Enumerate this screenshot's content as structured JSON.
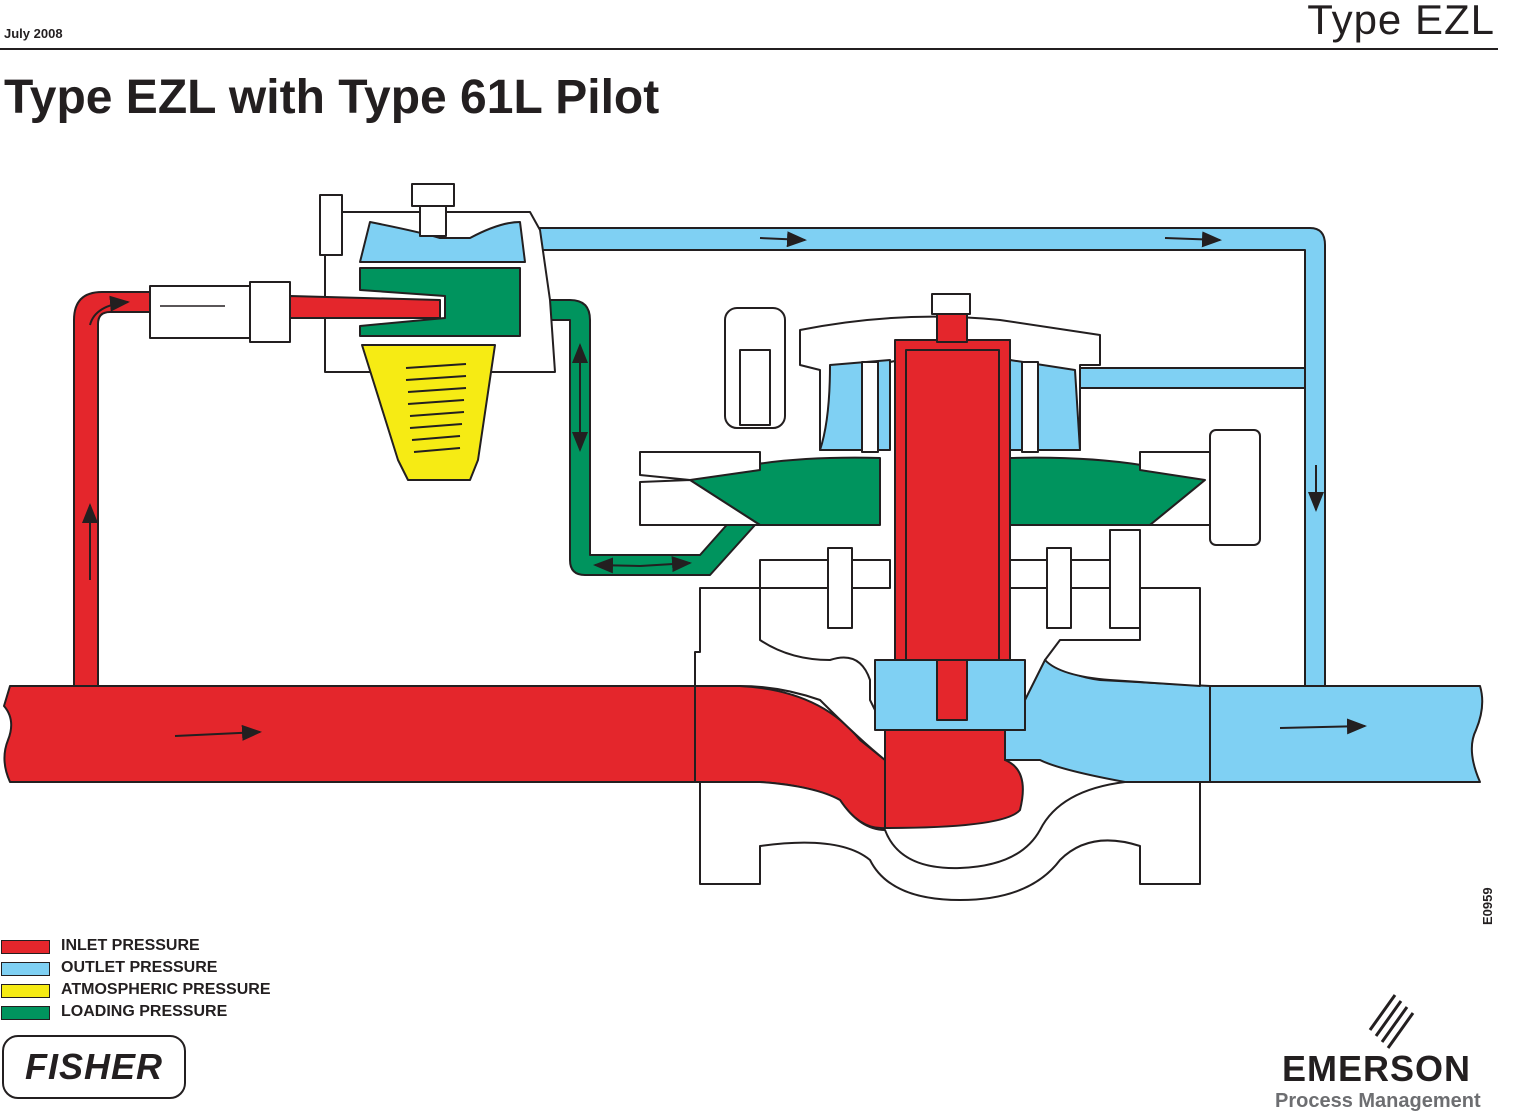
{
  "header": {
    "date": "July 2008",
    "product": "Type EZL"
  },
  "title": "Type EZL with Type 61L Pilot",
  "figure_code": "E0959",
  "colors": {
    "inlet": "#e4262c",
    "outlet": "#7fd0f3",
    "atmospheric": "#f6eb14",
    "loading": "#00945e"
  },
  "legend": [
    {
      "label": "INLET PRESSURE",
      "color": "#e4262c"
    },
    {
      "label": "OUTLET PRESSURE",
      "color": "#7fd0f3"
    },
    {
      "label": "ATMOSPHERIC PRESSURE",
      "color": "#f6eb14"
    },
    {
      "label": "LOADING PRESSURE",
      "color": "#00945e"
    }
  ],
  "logos": {
    "fisher": "FISHER",
    "emerson": "EMERSON",
    "emerson_sub": "Process Management"
  }
}
